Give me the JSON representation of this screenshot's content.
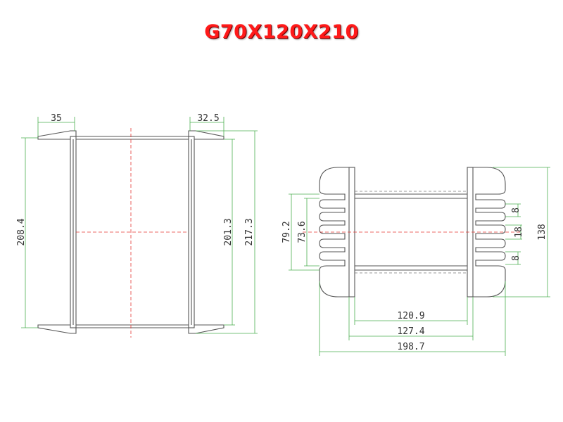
{
  "title": "G70X120X210",
  "colors": {
    "title": "#ff1a1a",
    "dimension_line": "#4caf50",
    "center_line": "#e53935",
    "outline": "#555555"
  },
  "side_view": {
    "dim_left_flange_width": "35",
    "dim_right_flange_width": "32.5",
    "dim_inner_height": "208.4",
    "dim_window_height": "201.3",
    "dim_overall_height": "217.3"
  },
  "end_view": {
    "dim_79": "79.2",
    "dim_73": "73.6",
    "dim_slot_top": "8",
    "dim_center_gap": "18",
    "dim_slot_bottom": "8",
    "dim_overall_height": "138",
    "dim_inner_width": "120.9",
    "dim_middle_width": "127.4",
    "dim_overall_width": "198.7"
  }
}
